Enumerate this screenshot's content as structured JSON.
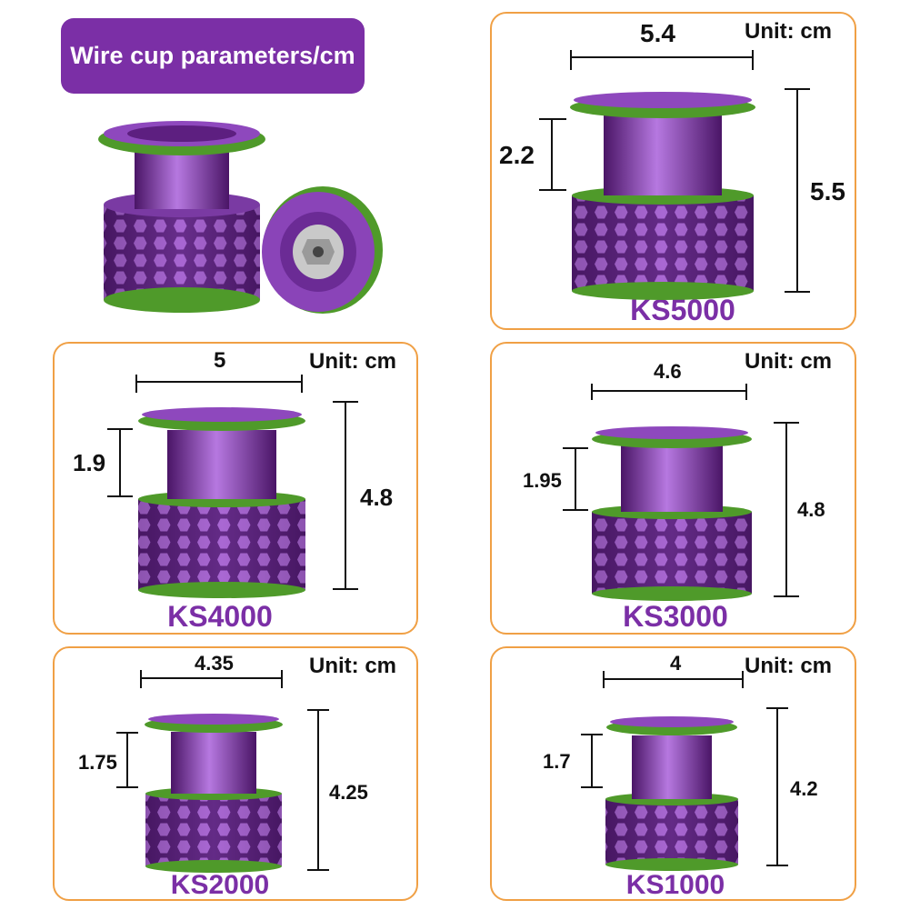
{
  "header": {
    "title": "Wire cup parameters/cm"
  },
  "colors": {
    "accent": "#7b2fa6",
    "rim": "#4f9a2a",
    "border": "#f0a045"
  },
  "spools": [
    {
      "model": "KS5000",
      "unit": "Unit: cm",
      "width": "5.4",
      "groove": "2.2",
      "height": "5.5"
    },
    {
      "model": "KS4000",
      "unit": "Unit: cm",
      "width": "5",
      "groove": "1.9",
      "height": "4.8"
    },
    {
      "model": "KS3000",
      "unit": "Unit: cm",
      "width": "4.6",
      "groove": "1.95",
      "height": "4.8"
    },
    {
      "model": "KS2000",
      "unit": "Unit: cm",
      "width": "4.35",
      "groove": "1.75",
      "height": "4.25"
    },
    {
      "model": "KS1000",
      "unit": "Unit: cm",
      "width": "4",
      "groove": "1.7",
      "height": "4.2"
    }
  ]
}
